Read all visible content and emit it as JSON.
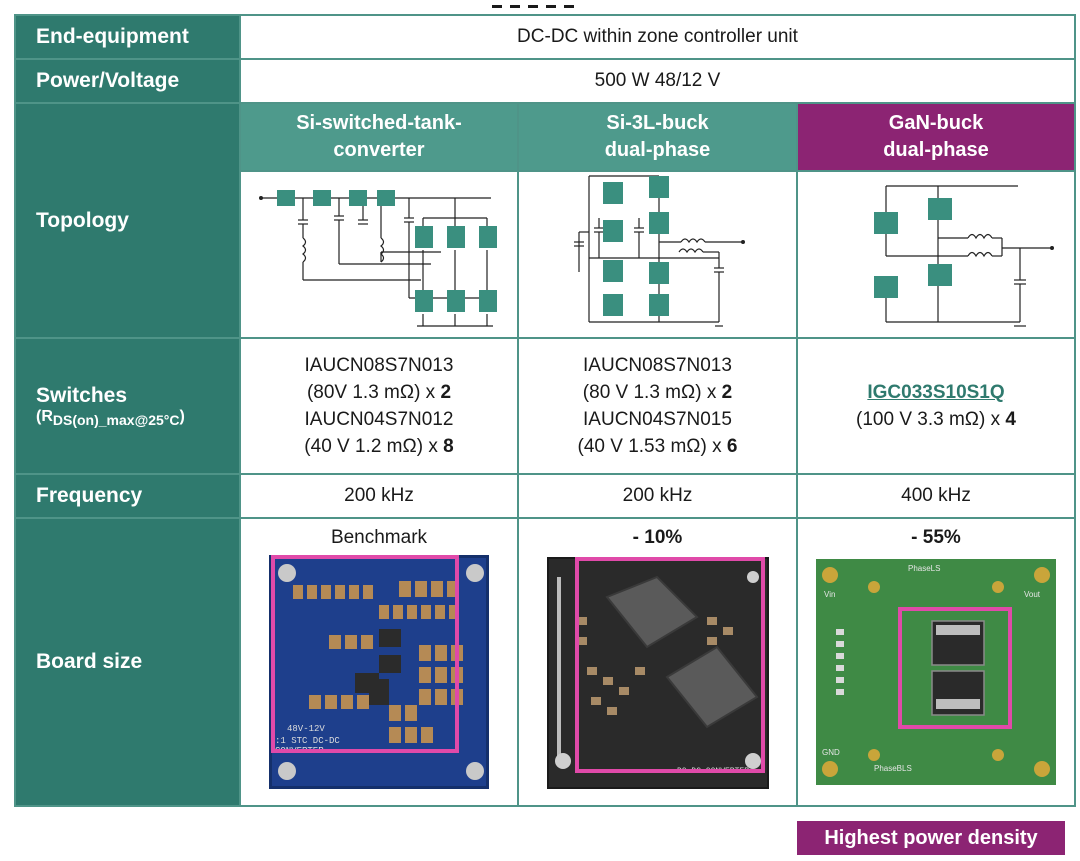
{
  "rows": {
    "end_equipment": {
      "label": "End-equipment",
      "value": "DC-DC within zone controller unit"
    },
    "power_voltage": {
      "label": "Power/Voltage",
      "value": "500 W 48/12 V"
    },
    "topology": {
      "label": "Topology"
    },
    "switches": {
      "label": "Switches",
      "sub_base": "(R",
      "sub_sub": "DS(on)_max@25°C",
      "sub_end": ")"
    },
    "frequency": {
      "label": "Frequency"
    },
    "board_size": {
      "label": "Board size"
    }
  },
  "columns": [
    {
      "title_line1": "Si-switched-tank-",
      "title_line2": "converter",
      "switch_line1": "IAUCN08S7N013",
      "switch_line2": "(80V 1.3 mΩ) x ",
      "switch_count2": "2",
      "switch_line3": "IAUCN04S7N012",
      "switch_line4": "(40 V 1.2 mΩ) x ",
      "switch_count4": "8",
      "frequency": "200 kHz",
      "size": "Benchmark",
      "board_label1": "48V-12V",
      "board_label2": ":1 STC DC-DC",
      "board_label3": "CONVERTER"
    },
    {
      "title_line1": "Si-3L-buck",
      "title_line2": "dual-phase",
      "switch_line1": "IAUCN08S7N013",
      "switch_line2": "(80 V 1.3 mΩ) x ",
      "switch_count2": "2",
      "switch_line3": "IAUCN04S7N015",
      "switch_line4": "(40 V 1.53 mΩ) x ",
      "switch_count4": "6",
      "frequency": "200 kHz",
      "size": "- 10%",
      "board_label1": "DC-DC CONVERTER"
    },
    {
      "title_line1": "GaN-buck",
      "title_line2": "dual-phase",
      "switch_link": "IGC033S10S1Q",
      "switch_line2": "(100 V 3.3 mΩ) x ",
      "switch_count2": "4",
      "frequency": "400 kHz",
      "size": "- 55%",
      "board_label_vin": "Vin",
      "board_label_vout": "Vout",
      "board_label_phase1": "PhaseLS",
      "board_label_phase2": "PhaseBLS",
      "board_label_gnd": "GND"
    }
  ],
  "badge": "Highest power density",
  "colors": {
    "teal_dark": "#2f7a6e",
    "teal_light": "#4e9a8c",
    "magenta": "#8c2473",
    "highlight_pink": "#e04aa9"
  }
}
